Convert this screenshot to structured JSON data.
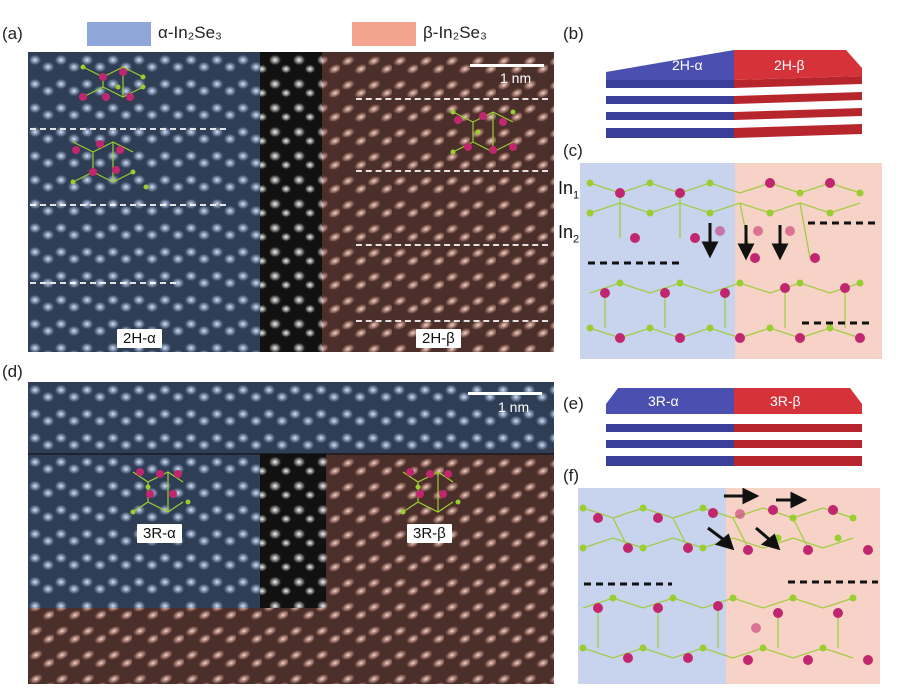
{
  "legend": {
    "alpha_label": "α-In₂Se₃",
    "beta_label": "β-In₂Se₃",
    "alpha_color": "#8ea6d9",
    "beta_color": "#f2a48e"
  },
  "panels": {
    "a": "(a)",
    "b": "(b)",
    "c": "(c)",
    "d": "(d)",
    "e": "(e)",
    "f": "(f)"
  },
  "panel_a": {
    "scale": "1 nm",
    "label_left": "2H-α",
    "label_right": "2H-β"
  },
  "panel_b": {
    "left": "2H-α",
    "right": "2H-β"
  },
  "panel_c": {
    "in1": "In",
    "in1_sub": "1",
    "in2": "In",
    "in2_sub": "2"
  },
  "panel_d": {
    "scale": "1 nm",
    "label_left": "3R-α",
    "label_right": "3R-β"
  },
  "panel_e": {
    "left": "3R-α",
    "right": "3R-β"
  },
  "colors": {
    "in_atom": "#c2266e",
    "se_atom": "#9acd32",
    "stack_blue": "#4a4fb0",
    "stack_red": "#d6323a",
    "bg_alpha": "#c8d4ee",
    "bg_beta": "#f6d3c6"
  }
}
